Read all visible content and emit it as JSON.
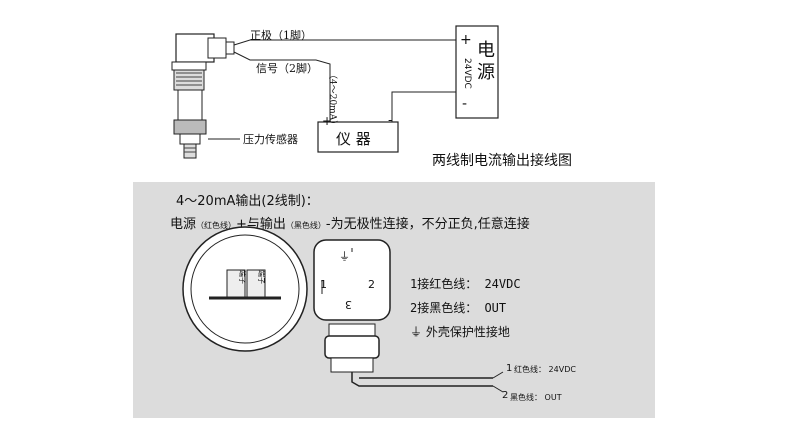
{
  "top": {
    "wire_positive": "正极（1脚）",
    "wire_signal": "信号（2脚）",
    "current_range": "（4～20mA）",
    "sensor": "压力传感器",
    "power_plus": "+",
    "power_minus": "-",
    "power_title": "电源",
    "power_voltage": "24VDC",
    "meter_plus": "+",
    "meter_minus": "-",
    "meter_label": "仪 器",
    "caption": "两线制电流输出接线图"
  },
  "panel": {
    "heading": "4～20mA输出(2线制)：",
    "desc_a": "电源",
    "desc_red": "（红色线）",
    "desc_b": "+与输出",
    "desc_black": "（黑色线）",
    "desc_c": "-为无极性连接，不分正负,任意连接",
    "terminal_left": "端子",
    "terminal_right": "端子",
    "pin_1": "1",
    "pin_2": "2",
    "pin_3": "3",
    "legend": [
      {
        "text": "1接红色线：  24VDC"
      },
      {
        "text": "2接黑色线：   OUT"
      },
      {
        "text": "外壳保护性接地"
      }
    ],
    "ground_symbol": "⏚",
    "wire1_num": "1",
    "wire1_label": "红色线： 24VDC",
    "wire2_num": "2",
    "wire2_label": "黑色线：  OUT"
  }
}
